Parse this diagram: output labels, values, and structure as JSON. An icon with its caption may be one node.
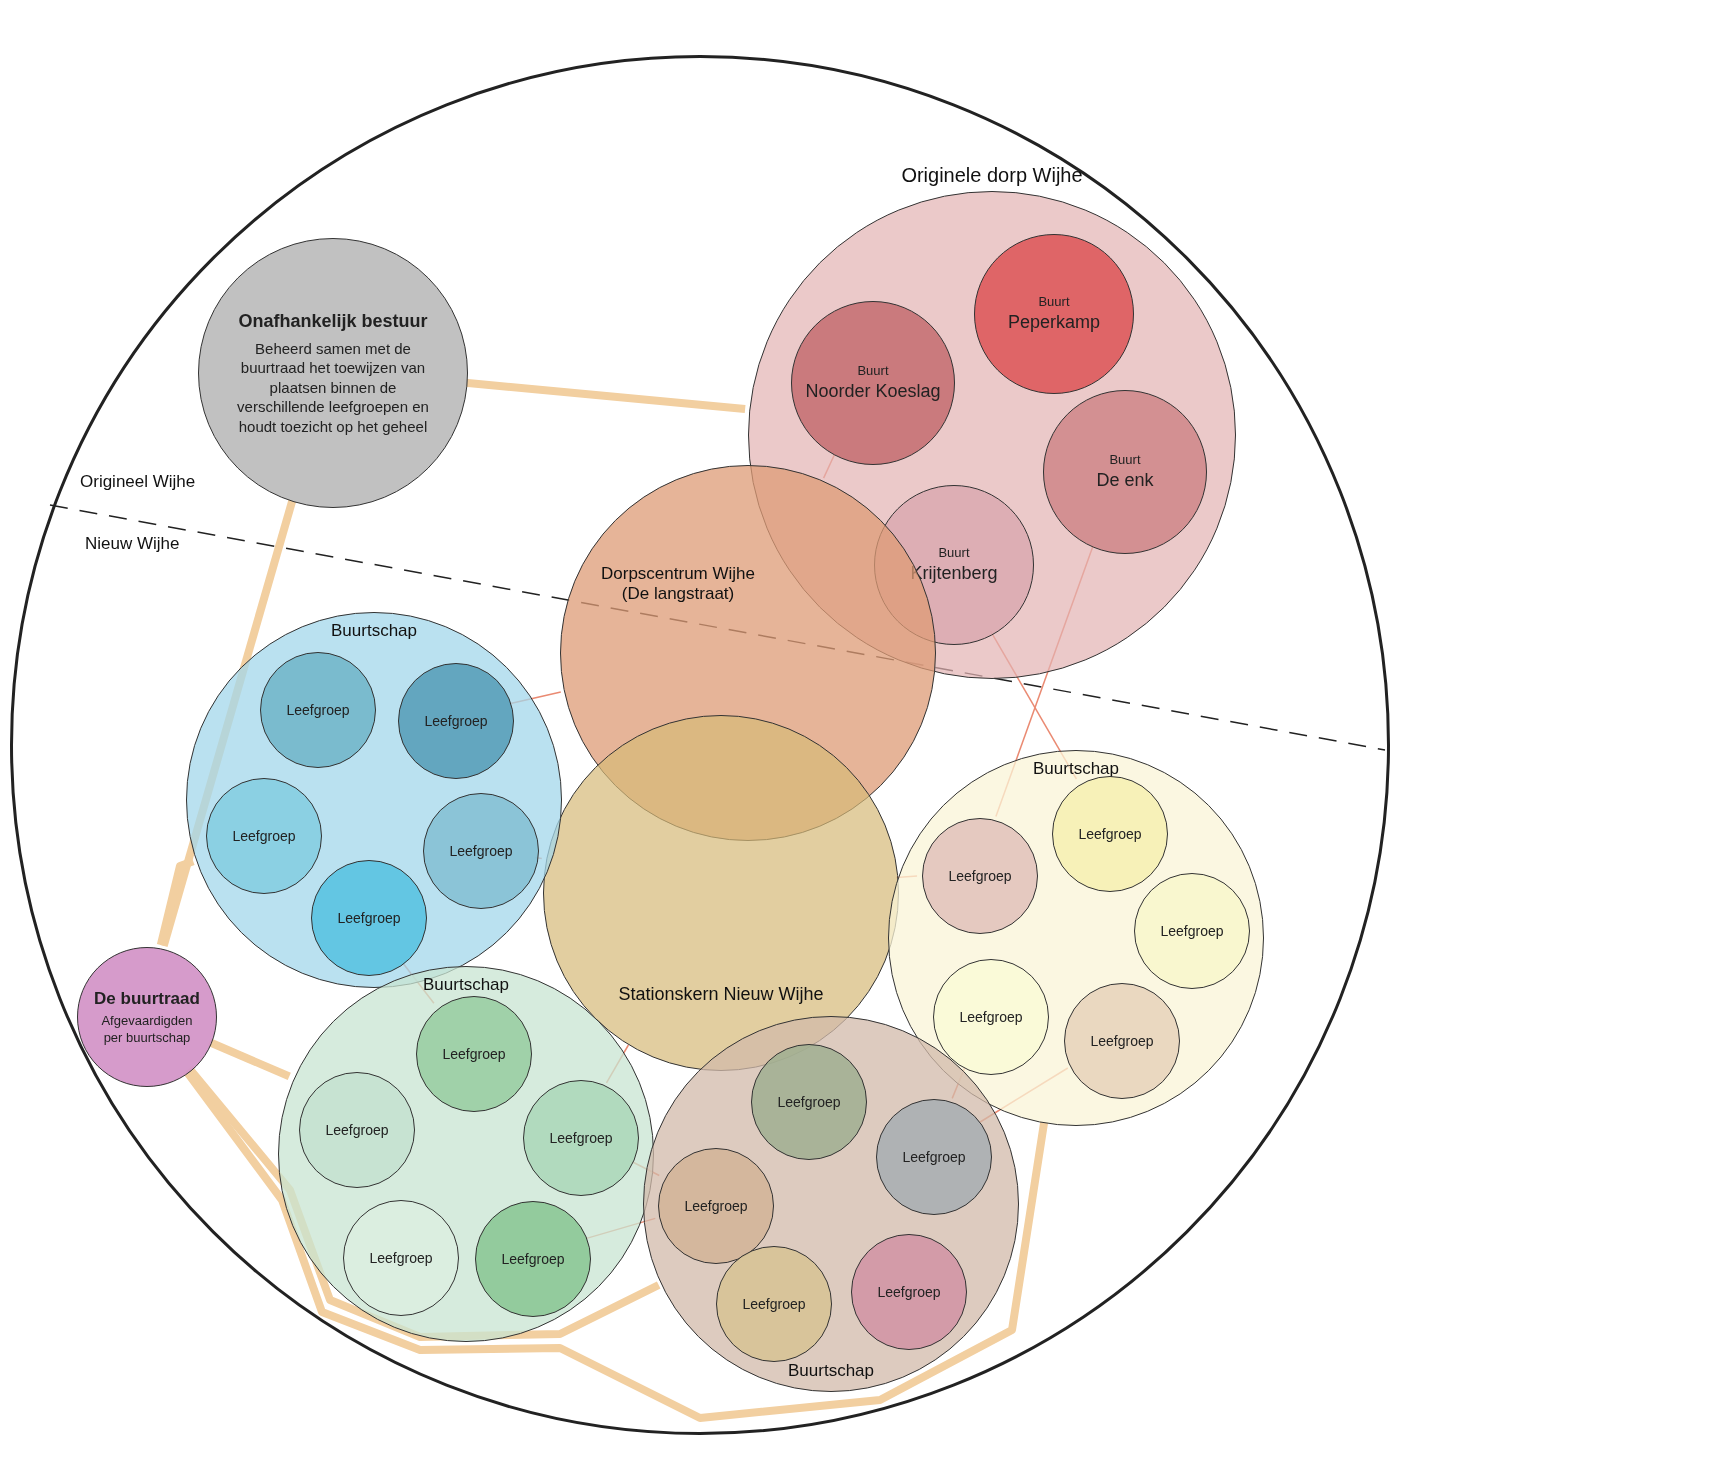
{
  "diagram": {
    "nodes": [
      {
        "text": [],
        "shape": "circle"
      },
      {
        "text": [
          "Onafhankelijk bestuur",
          "Beheerd samen met de buurtraad het toewijzen van plaatsen binnen de verschillende leefgroepen en houdt toezicht op het geheel"
        ],
        "in": 0
      },
      {
        "text": [
          "Originele dorp Wijhe"
        ],
        "in": 0
      },
      {
        "text": [
          "Buurt",
          "Peperkamp"
        ],
        "in": 2
      },
      {
        "text": [
          "Buurt",
          "Noorder Koeslag"
        ],
        "in": 2
      },
      {
        "text": [
          "Buurt",
          "De enk"
        ],
        "in": 2
      },
      {
        "text": [
          "Buurt",
          "Krijtenberg"
        ],
        "in": 2
      },
      {
        "text": [
          "Dorpscentrum Wijhe (De langstraat)"
        ],
        "in": 0
      },
      {
        "text": [
          "Stationskern Nieuw Wijhe"
        ],
        "in": 0
      },
      {
        "text": [
          "Buurtschap"
        ],
        "in": 0
      },
      {
        "text": [
          "Leefgroep"
        ],
        "in": 9
      },
      {
        "text": [
          "Leefgroep"
        ],
        "in": 9
      },
      {
        "text": [
          "Leefgroep"
        ],
        "in": 9
      },
      {
        "text": [
          "Leefgroep"
        ],
        "in": 9
      },
      {
        "text": [
          "Leefgroep"
        ],
        "in": 9
      },
      {
        "text": [
          "Buurtschap"
        ],
        "in": 0
      },
      {
        "text": [
          "Leefgroep"
        ],
        "in": 15
      },
      {
        "text": [
          "Leefgroep"
        ],
        "in": 15
      },
      {
        "text": [
          "Leefgroep"
        ],
        "in": 15
      },
      {
        "text": [
          "Leefgroep"
        ],
        "in": 15
      },
      {
        "text": [
          "Leefgroep"
        ],
        "in": 15
      },
      {
        "text": [
          "De buurtraad",
          "Afgevaardigden per buurtschap"
        ],
        "in": 0
      },
      {
        "text": [
          "Buurtschap"
        ],
        "in": 0
      },
      {
        "text": [
          "Leefgroep"
        ],
        "in": 22
      },
      {
        "text": [
          "Leefgroep"
        ],
        "in": 22
      },
      {
        "text": [
          "Leefgroep"
        ],
        "in": 22
      },
      {
        "text": [
          "Leefgroep"
        ],
        "in": 22
      },
      {
        "text": [
          "Leefgroep"
        ],
        "in": 22
      },
      {
        "text": [
          "Buurtschap"
        ],
        "in": 0
      },
      {
        "text": [
          "Leefgroep"
        ],
        "in": 28
      },
      {
        "text": [
          "Leefgroep"
        ],
        "in": 28
      },
      {
        "text": [
          "Leefgroep"
        ],
        "in": 28
      },
      {
        "text": [
          "Leefgroep"
        ],
        "in": 28
      },
      {
        "text": [
          "Leefgroep"
        ],
        "in": 28
      }
    ],
    "edges": [
      {
        "from": 1,
        "to": 2,
        "arrow": "none",
        "style": "thick",
        "color": "#f2cfa0"
      },
      {
        "from": 1,
        "to": 21,
        "arrow": "none",
        "style": "thick",
        "color": "#f2cfa0"
      },
      {
        "from": 21,
        "to": 9,
        "arrow": "none",
        "style": "thick",
        "color": "#f2cfa0"
      },
      {
        "from": 21,
        "to": 15,
        "arrow": "none",
        "style": "thick",
        "color": "#f2cfa0"
      },
      {
        "from": 21,
        "to": 22,
        "arrow": "none",
        "style": "thick",
        "color": "#f2cfa0"
      },
      {
        "from": 21,
        "to": 28,
        "arrow": "none",
        "style": "thick",
        "color": "#f2cfa0"
      },
      {
        "from": 4,
        "to": 7,
        "arrow": "none"
      },
      {
        "from": 6,
        "to": 16,
        "arrow": "none"
      },
      {
        "from": 5,
        "to": 17,
        "arrow": "none"
      },
      {
        "from": 11,
        "to": 7,
        "arrow": "none"
      },
      {
        "from": 13,
        "to": 8,
        "arrow": "none"
      },
      {
        "from": 19,
        "to": 30,
        "arrow": "none"
      },
      {
        "from": 14,
        "to": 23,
        "arrow": "none"
      },
      {
        "from": 25,
        "to": 31,
        "arrow": "none"
      },
      {
        "from": 20,
        "to": 30,
        "arrow": "none"
      },
      {
        "from": 27,
        "to": 31,
        "arrow": "none"
      },
      {
        "from": 25,
        "to": 8,
        "arrow": "none"
      },
      {
        "from": 8,
        "to": 17,
        "arrow": "none"
      }
    ],
    "labels": [
      "Origineel Wijhe",
      "Nieuw Wijhe"
    ]
  }
}
